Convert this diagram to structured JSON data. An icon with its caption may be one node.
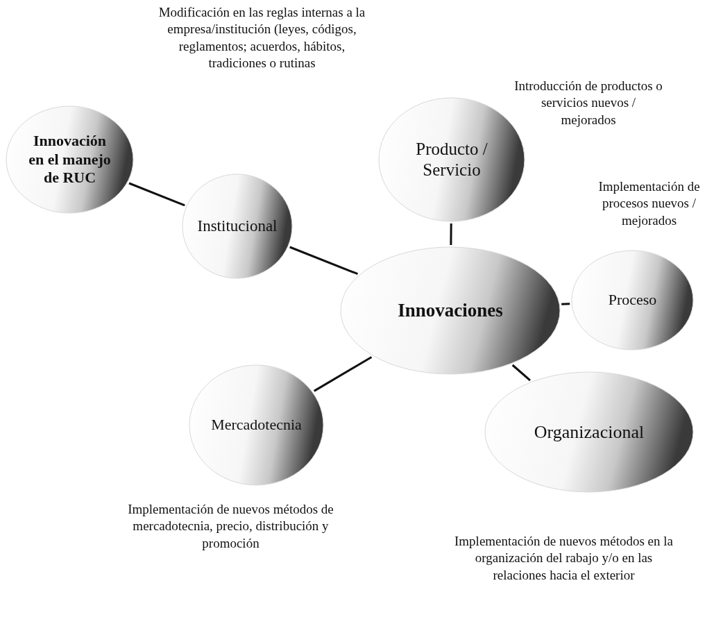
{
  "diagram": {
    "nodes": [
      {
        "text": [
          "Innovación en el manejo de RUC"
        ]
      },
      {
        "text": [
          "Institucional"
        ]
      },
      {
        "text": [
          "Producto / Servicio"
        ],
        "beside": [
          "Introducción de productos o servicios nuevos / mejorados"
        ]
      },
      {
        "text": [
          "Innovaciones"
        ]
      },
      {
        "text": [
          "Proceso"
        ],
        "beside": [
          "Implementación de procesos nuevos / mejorados"
        ]
      },
      {
        "text": [
          "Mercadotecnia"
        ],
        "beside": [
          "Implementación de nuevos métodos de mercadotecnia, precio, distribución y promoción"
        ]
      },
      {
        "text": [
          "Organizacional"
        ],
        "beside": [
          "Implementación de nuevos métodos en la organización del rabajo y/o en las relaciones hacia el exterior"
        ]
      }
    ],
    "edges": [
      {
        "from": 0,
        "to": 1,
        "arrow": "none"
      },
      {
        "from": 1,
        "to": 3,
        "arrow": "none"
      },
      {
        "from": 2,
        "to": 3,
        "arrow": "none"
      },
      {
        "from": 3,
        "to": 4,
        "arrow": "none"
      },
      {
        "from": 3,
        "to": 5,
        "arrow": "none"
      },
      {
        "from": 3,
        "to": 6,
        "arrow": "none"
      }
    ],
    "labels": [
      "Modificación en las reglas internas a la empresa/institución (leyes, códigos, reglamentos; acuerdos, hábitos, tradiciones o rutinas"
    ]
  }
}
